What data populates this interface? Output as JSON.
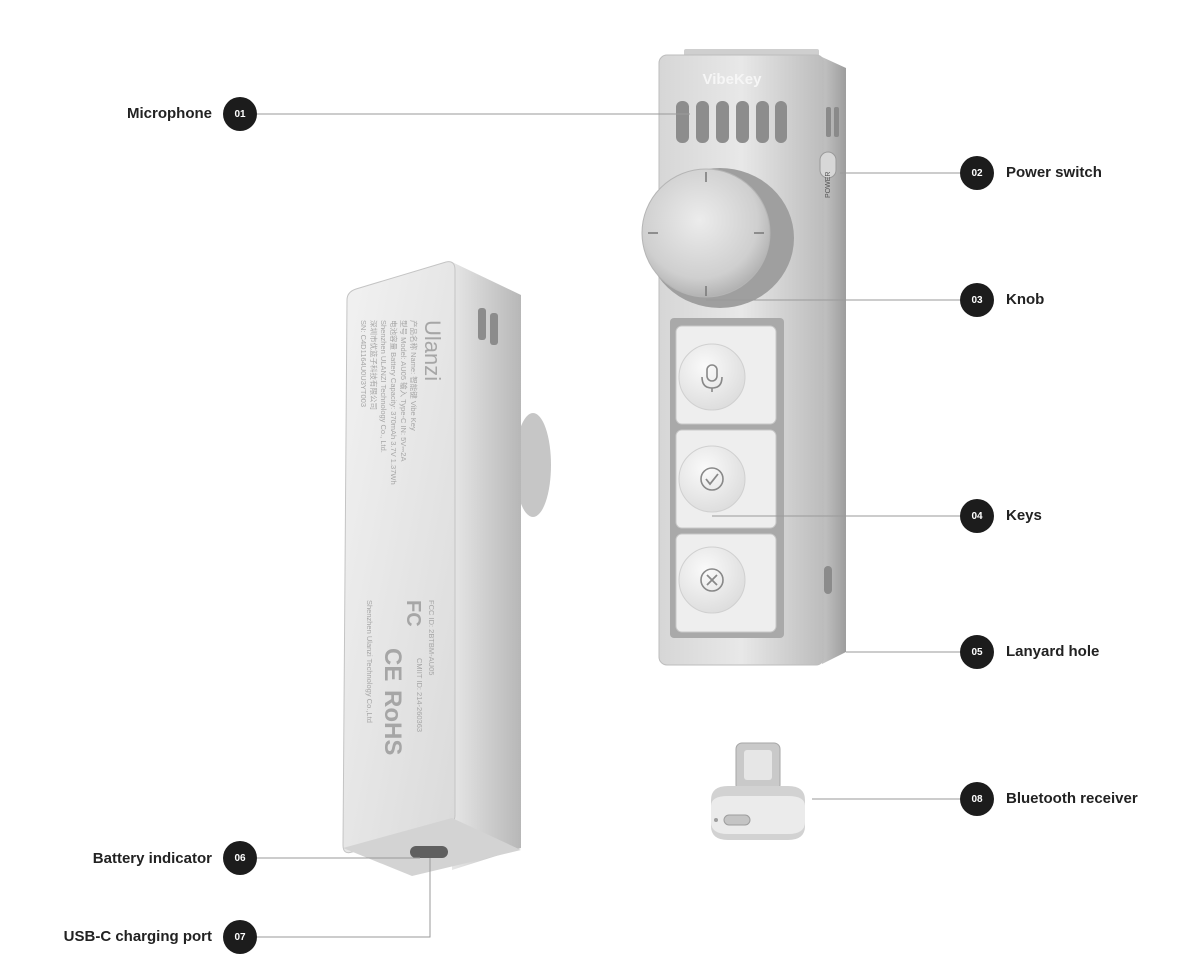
{
  "device": {
    "brand_front": "VibeKey",
    "power_text": "POWER",
    "back_brand": "Ulanzi",
    "back_spec_lines": [
      "产品名称 Name: 智能键 Vibe Key",
      "型号 Model: AU05  输入 Type-C IN: 5V⎓2A",
      "电池容量 Battery Capacity: 370mAh 3.7V 1.37Wh",
      "Shenzhen ULANZI Technology Co., Ltd.",
      "深圳市优篮子科技有限公司",
      "SN: C4D1164U0U3YT003"
    ],
    "back_reg_lines": [
      "FCC ID: 2BTBM-AU05",
      "Shenzhen Ulanzi Technology Co.,Ltd",
      "CMIIT ID: 214-260363"
    ],
    "back_rohs": "RoHS",
    "back_ce": "CE",
    "back_fc": "FC"
  },
  "callouts": [
    {
      "num": "01",
      "label": "Microphone"
    },
    {
      "num": "02",
      "label": "Power switch"
    },
    {
      "num": "03",
      "label": "Knob"
    },
    {
      "num": "04",
      "label": "Keys"
    },
    {
      "num": "05",
      "label": "Lanyard hole"
    },
    {
      "num": "06",
      "label": "Battery indicator"
    },
    {
      "num": "07",
      "label": "USB-C charging port"
    },
    {
      "num": "08",
      "label": "Bluetooth receiver"
    }
  ],
  "icons": {
    "key1": "microphone-icon",
    "key2": "check-circle-icon",
    "key3": "x-circle-icon"
  }
}
